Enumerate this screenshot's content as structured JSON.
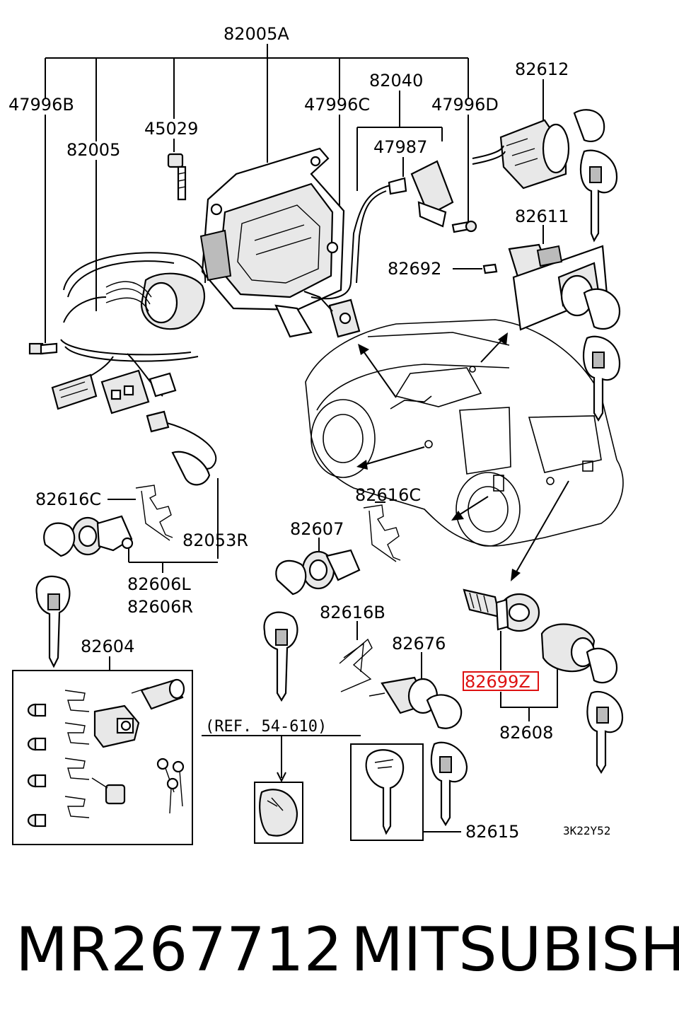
{
  "labels": {
    "l82005A": "82005A",
    "l47996B": "47996B",
    "l82005": "82005",
    "l45029": "45029",
    "l47996C": "47996C",
    "l82040": "82040",
    "l47987": "47987",
    "l47996D": "47996D",
    "l82612": "82612",
    "l82611": "82611",
    "l82692": "82692",
    "l82616C_left": "82616C",
    "l82053R": "82053R",
    "l82606L": "82606L",
    "l82606R": "82606R",
    "l82604": "82604",
    "l82616C_mid": "82616C",
    "l82607": "82607",
    "l82616B": "82616B",
    "l82676": "82676",
    "l82699Z": "82699Z",
    "l82608": "82608",
    "lref": "(REF. 54-610)",
    "l82615": "82615",
    "lcode": "3K22Y52"
  },
  "highlight_color": "#d11111",
  "footer": {
    "part_number": "MR267712",
    "brand": "MITSUBISHI"
  }
}
